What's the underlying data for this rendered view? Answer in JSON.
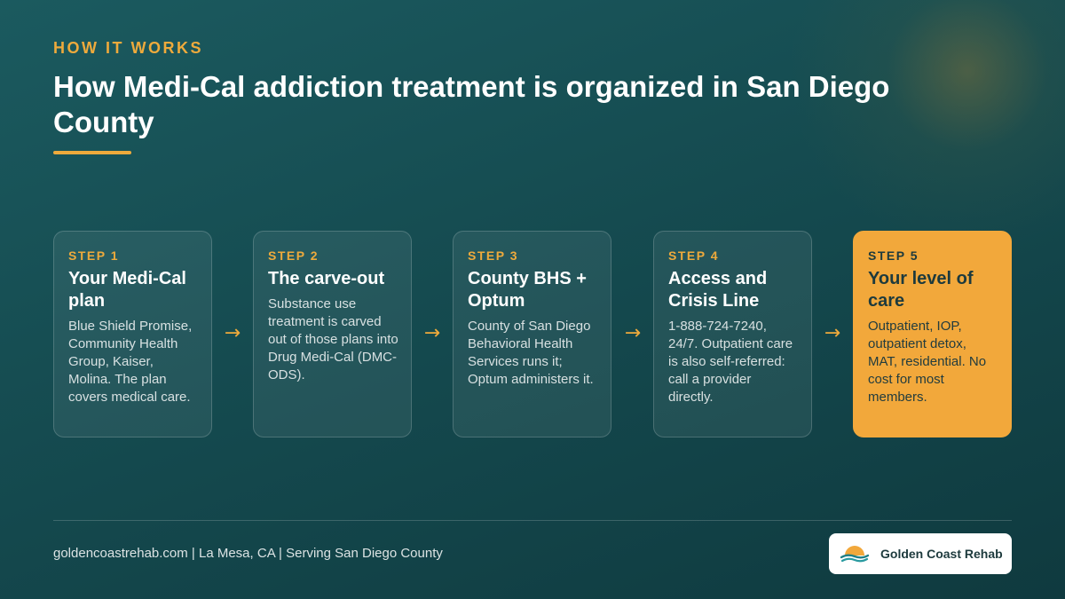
{
  "header": {
    "eyebrow": "HOW IT WORKS",
    "title": "How Medi-Cal addiction treatment is organized in San Diego County"
  },
  "steps": [
    {
      "label": "STEP 1",
      "title": "Your Medi-Cal plan",
      "description": "Blue Shield Promise, Community Health Group, Kaiser, Molina. The plan covers medical care."
    },
    {
      "label": "STEP 2",
      "title": "The carve-out",
      "description": "Substance use treatment is carved out of those plans into Drug Medi-Cal (DMC-ODS)."
    },
    {
      "label": "STEP 3",
      "title": "County BHS + Optum",
      "description": "County of San Diego Behavioral Health Services runs it; Optum administers it."
    },
    {
      "label": "STEP 4",
      "title": "Access and Crisis Line",
      "description": "1-888-724-7240, 24/7. Outpatient care is also self-referred: call a provider directly."
    },
    {
      "label": "STEP 5",
      "title": "Your level of care",
      "description": "Outpatient, IOP, outpatient detox, MAT, residential. No cost for most members."
    }
  ],
  "arrow_glyph": "→",
  "footer": {
    "text": "goldencoastrehab.com | La Mesa, CA | Serving San Diego County",
    "brand_name": "Golden Coast Rehab",
    "logo_icon": "sun-over-waves-icon"
  },
  "colors": {
    "accent": "#eeaa3c",
    "highlight_card": "#f2a83b",
    "background": "#154b50",
    "dark_text": "#1d3a3d"
  }
}
